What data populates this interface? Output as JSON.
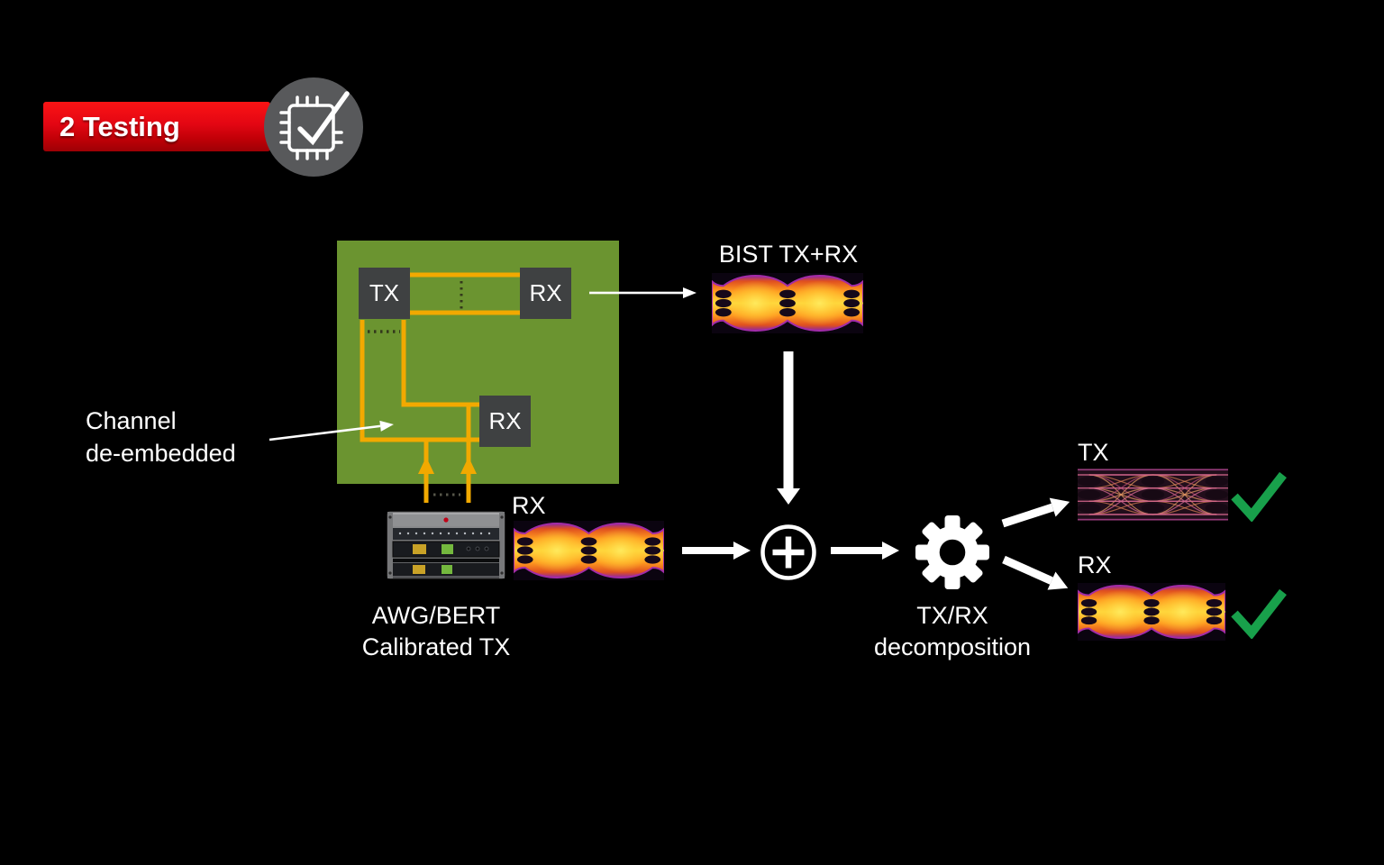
{
  "header": {
    "badge_label": "2 Testing",
    "badge_icon": "chip-check-icon"
  },
  "colors": {
    "background": "#000000",
    "accent_red": "#E30613",
    "board_green": "#6B9430",
    "trace_orange": "#F2A900",
    "block_gray": "#3F4142",
    "badge_circle_gray": "#58595B",
    "check_green": "#18A04B",
    "arrow_white": "#FFFFFF",
    "eye_yellow": "#FFD83D",
    "eye_orange": "#FF9A1F",
    "eye_magenta": "#C0329B",
    "eye_purple": "#8E27A0",
    "tx_eye_pink": "#E0719A"
  },
  "board": {
    "tx_label": "TX",
    "rx_top_label": "RX",
    "rx_bottom_label": "RX"
  },
  "callouts": {
    "channel": {
      "line1": "Channel",
      "line2": "de-embedded"
    }
  },
  "bist": {
    "label": "BIST TX+RX",
    "eye_icon": "pam4-eye-diagram"
  },
  "instrument": {
    "rx_label": "RX",
    "caption_line1": "AWG/BERT",
    "caption_line2": "Calibrated TX",
    "image_icon": "awg-bert-instrument"
  },
  "process": {
    "sum_icon": "plus-circle-icon",
    "gear_icon": "gear-icon",
    "caption_line1": "TX/RX",
    "caption_line2": "decomposition"
  },
  "outputs": {
    "tx": {
      "label": "TX",
      "status_icon": "check-icon"
    },
    "rx": {
      "label": "RX",
      "status_icon": "check-icon"
    }
  }
}
